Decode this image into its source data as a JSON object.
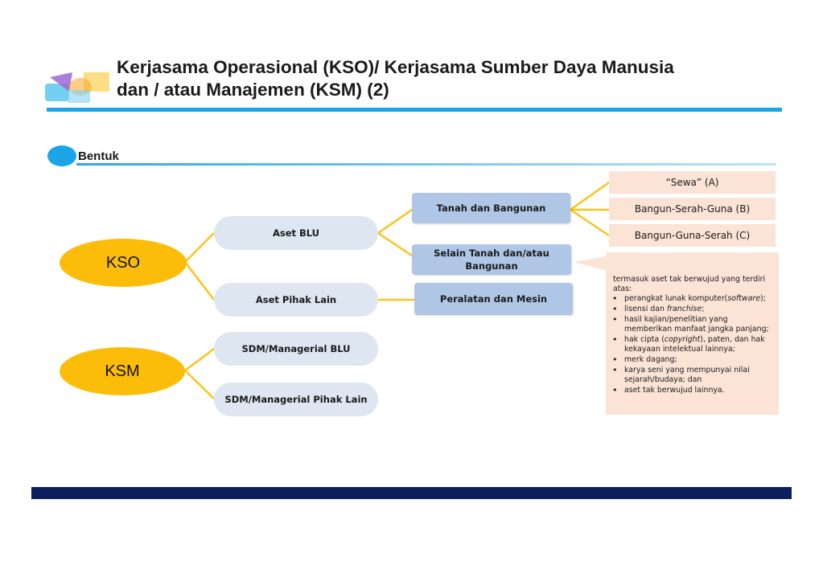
{
  "title": {
    "line1": "Kerjasama Operasional (KSO)/ Kerjasama Sumber Daya Manusia",
    "line2": "dan / atau Manajemen (KSM) (2)"
  },
  "section": {
    "label": "Bentuk"
  },
  "nodes": {
    "kso": "KSO",
    "ksm": "KSM",
    "aset_blu": "Aset BLU",
    "aset_pihak_lain": "Aset Pihak Lain",
    "sdm_blu": "SDM/Managerial BLU",
    "sdm_pihak_lain": "SDM/Managerial Pihak Lain",
    "tanah_bangunan": "Tanah dan Bangunan",
    "selain_tanah": "Selain Tanah dan/atau Bangunan",
    "peralatan_mesin": "Peralatan dan Mesin",
    "sewa": "“Sewa” (A)",
    "bsg": "Bangun-Serah-Guna (B)",
    "bgs": "Bangun-Guna-Serah (C)"
  },
  "callout": {
    "intro": "termasuk aset tak berwujud yang terdiri atas:",
    "items": [
      {
        "pre": "perangkat lunak komputer(",
        "em": "software",
        "post": ");"
      },
      {
        "pre": "lisensi dan ",
        "em": "franchise",
        "post": ";"
      },
      {
        "pre": "hasil kajian/penelitian yang memberikan manfaat jangka panjang;",
        "em": "",
        "post": ""
      },
      {
        "pre": "hak cipta (",
        "em": "copyright",
        "post": "), paten, dan hak kekayaan intelektual lainnya;"
      },
      {
        "pre": "merk dagang;",
        "em": "",
        "post": ""
      },
      {
        "pre": "karya seni yang mempunyai nilai sejarah/budaya; dan",
        "em": "",
        "post": ""
      },
      {
        "pre": "aset tak berwujud lainnya.",
        "em": "",
        "post": ""
      }
    ]
  },
  "colors": {
    "accent_blue": "#1aa6e6",
    "oval_yellow": "#fbbd0a",
    "connector_yellow": "#fbc41a",
    "pill_fill": "#dde6f1",
    "box_fill": "#afc6e6",
    "pink_fill": "#fbe3d6",
    "footer_navy": "#0b1f5c"
  }
}
